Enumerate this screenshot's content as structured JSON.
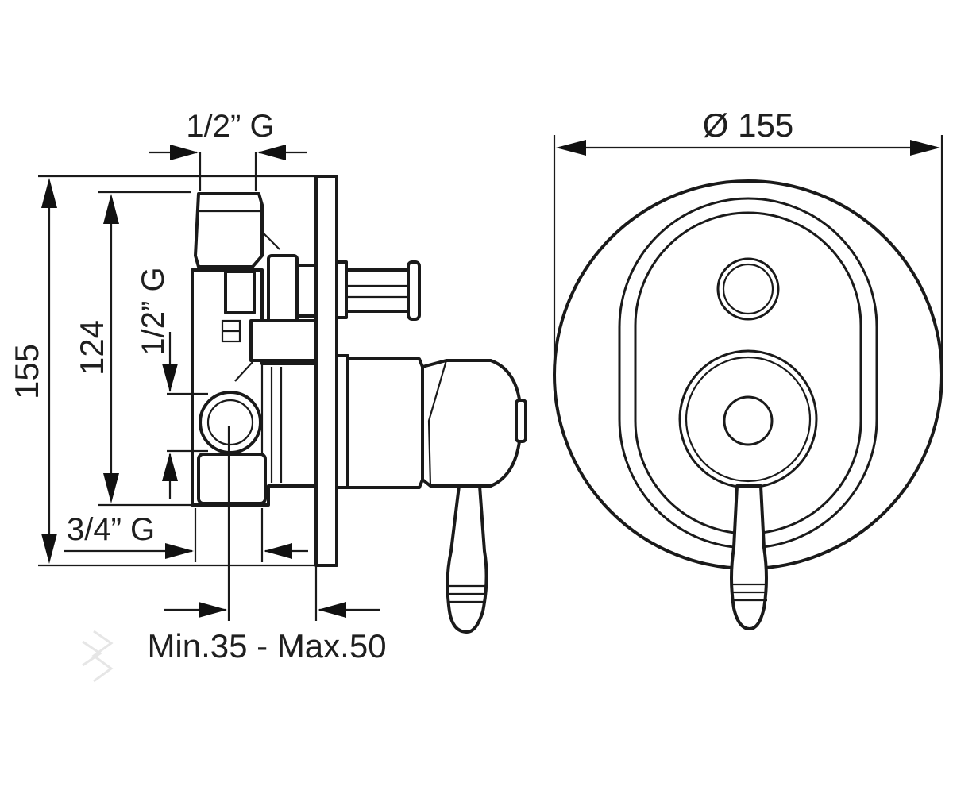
{
  "side_view": {
    "dim_top_inlet": "1/2” G",
    "dim_side_outlet": "1/2” G",
    "dim_bottom_inlet": "3/4” G",
    "dim_total_height": "155",
    "dim_inner_height": "124",
    "dim_wall_depth": "Min.35 - Max.50"
  },
  "front_view": {
    "dim_diameter": "Ø 155"
  },
  "colors": {
    "line": "#1a1a1a",
    "background": "#ffffff"
  }
}
